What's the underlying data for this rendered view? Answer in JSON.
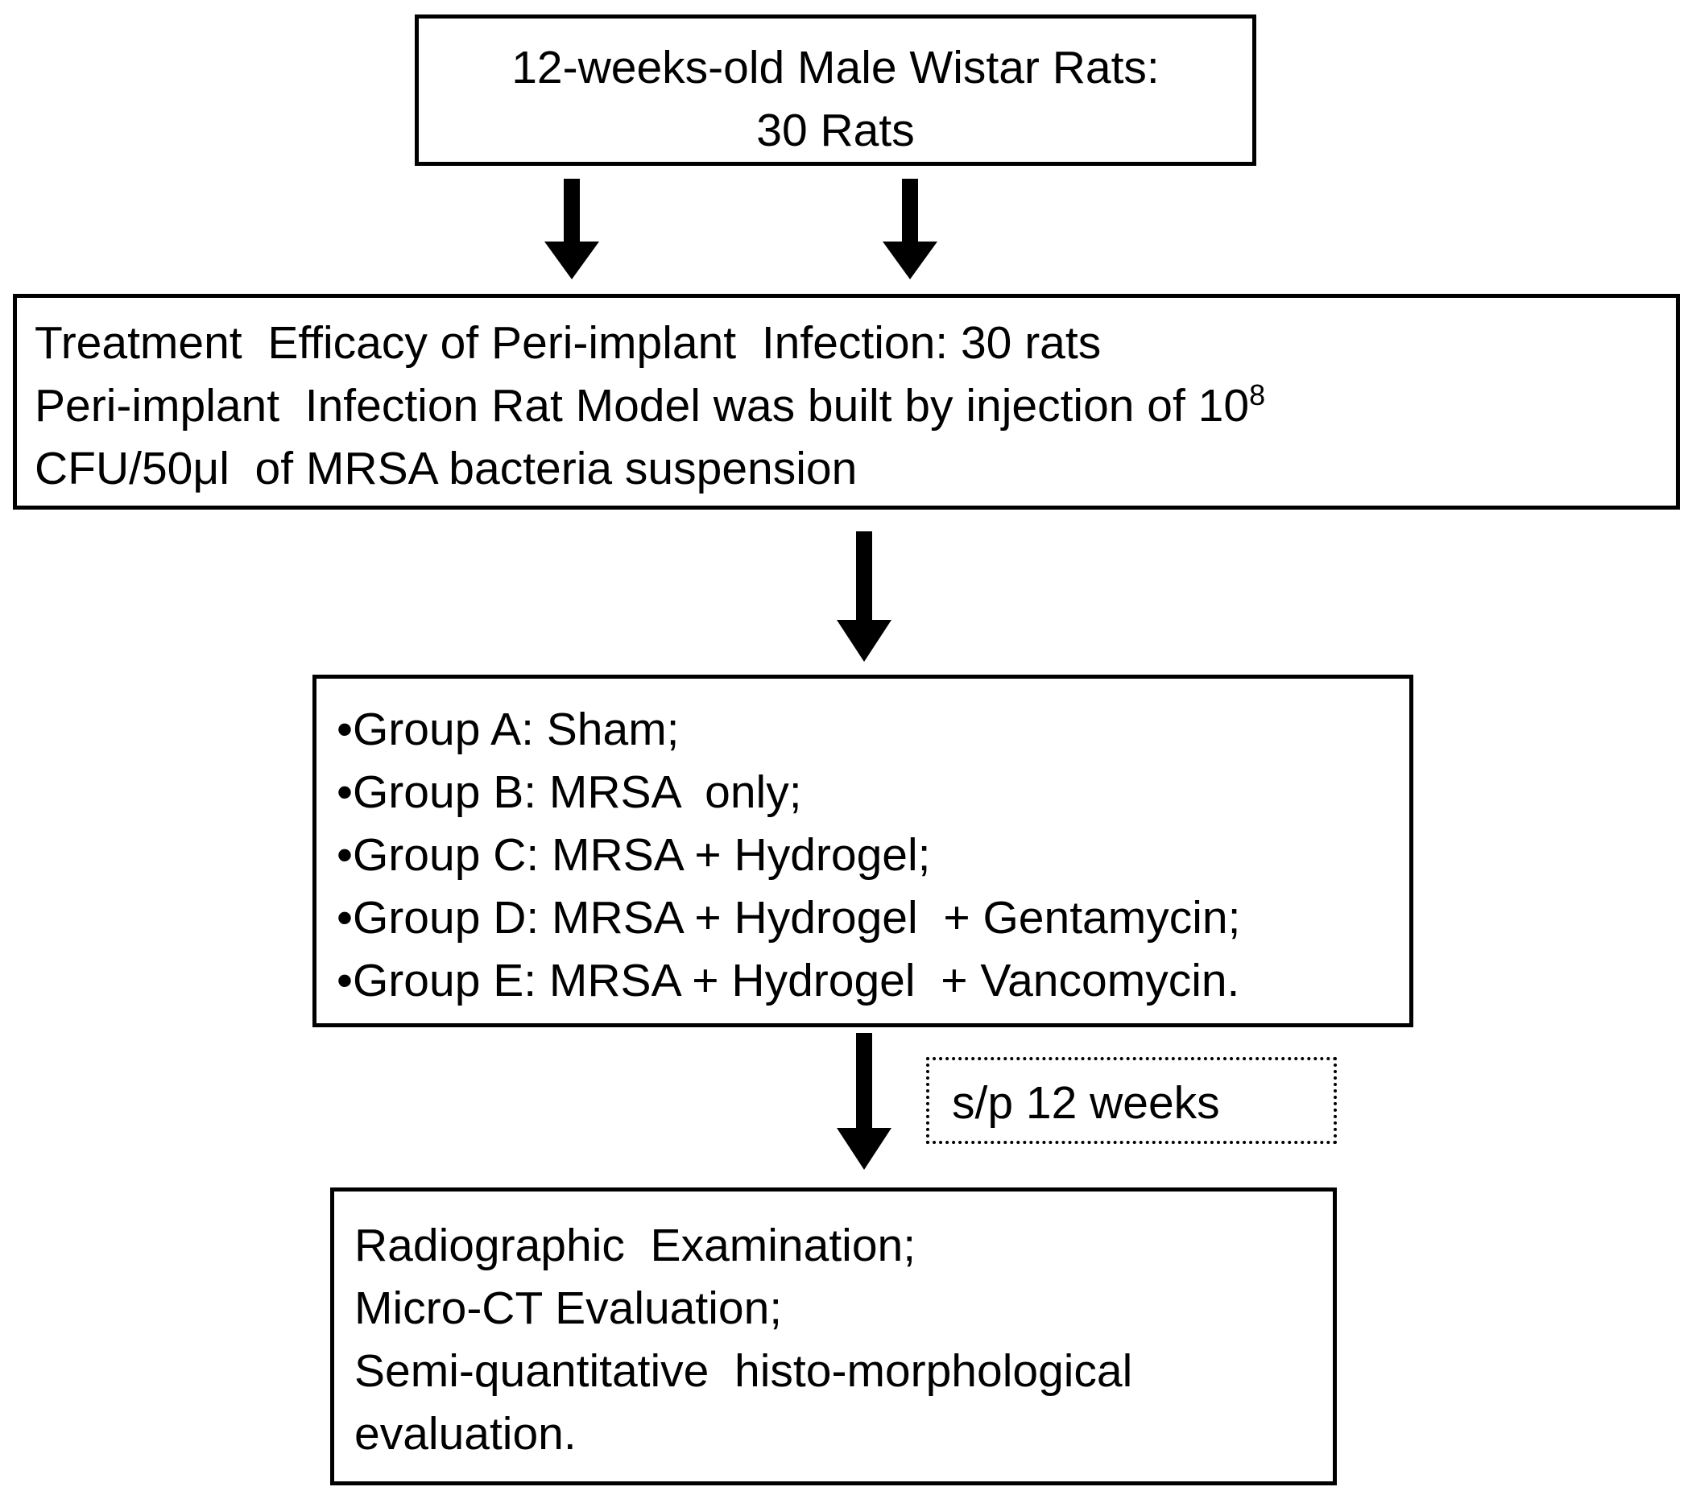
{
  "diagram": {
    "title": "Study design flowchart for treatment efficacy of peri-implant infection in rats",
    "boxes": {
      "animals": {
        "line1": "12-weeks-old Male Wistar Rats:",
        "line2": "30 Rats"
      },
      "model": {
        "line1": "Treatment  Efficacy of Peri-implant  Infection: 30 rats",
        "line2_a": "Peri-implant  Infection Rat Model was built by injection of 10",
        "line2_sup": "8",
        "line3": "CFU/50μl  of MRSA bacteria suspension"
      },
      "groups": {
        "bullet": "•",
        "items": [
          "Group A: Sham;",
          "Group B: MRSA  only;",
          "Group C: MRSA + Hydrogel;",
          "Group D: MRSA + Hydrogel  + Gentamycin;",
          "Group E: MRSA + Hydrogel  + Vancomycin."
        ]
      },
      "timepoint": {
        "label": "s/p 12 weeks"
      },
      "outcomes": {
        "line1": "Radiographic  Examination;",
        "line2": "Micro-CT Evaluation;",
        "line3": "Semi-quantitative  histo-morphological",
        "line4": "evaluation."
      }
    },
    "arrows": {
      "animals_to_model_left": "down-arrow",
      "animals_to_model_right": "down-arrow",
      "model_to_groups": "down-arrow",
      "groups_to_outcomes": "down-arrow"
    },
    "colors": {
      "stroke": "#000000",
      "background": "#ffffff"
    }
  }
}
